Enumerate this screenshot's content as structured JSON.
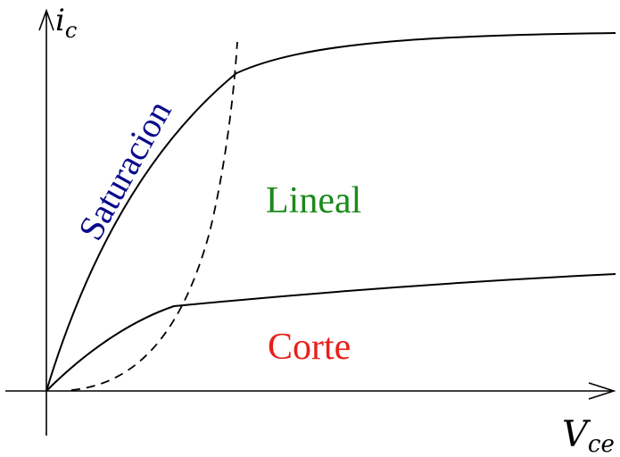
{
  "axes": {
    "y_label_main": "i",
    "y_label_sub": "c",
    "x_label_main": "V",
    "x_label_sub": "ce"
  },
  "regions": {
    "saturation": {
      "label": "Saturacion",
      "color": "#0a0a8c"
    },
    "linear": {
      "label": "Lineal",
      "color": "#1a8a1a"
    },
    "cutoff": {
      "label": "Corte",
      "color": "#e8201a"
    }
  },
  "colors": {
    "curves": "#000000",
    "background": "#ffffff"
  }
}
